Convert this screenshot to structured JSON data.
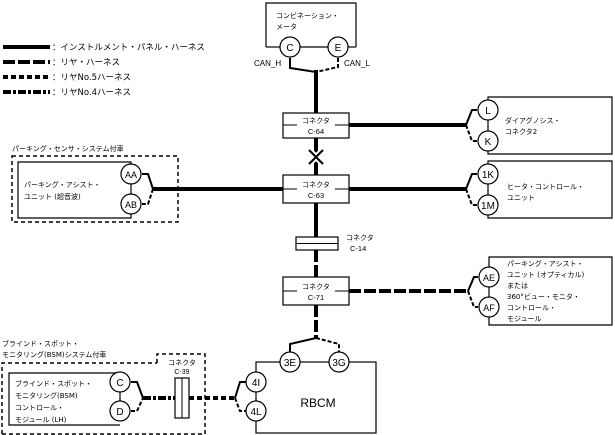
{
  "legend": [
    {
      "style": "instrument-panel",
      "label": "：インストルメント・パネル・ハーネス"
    },
    {
      "style": "rear",
      "label": "：リヤ・ハーネス"
    },
    {
      "style": "rear-no5",
      "label": "：リヤNo.5ハーネス"
    },
    {
      "style": "rear-no4",
      "label": "：リヤNo.4ハーネス"
    }
  ],
  "combination_meter": {
    "line1": "コンビネーション・",
    "line2": "メータ",
    "pin_c": "C",
    "pin_e": "E",
    "can_h": "CAN_H",
    "can_l": "CAN_L"
  },
  "connectors": {
    "c64": {
      "title": "コネクタ",
      "code": "C-64"
    },
    "c63": {
      "title": "コネクタ",
      "code": "C-63"
    },
    "c14": {
      "title": "コネクタ",
      "code": "C-14"
    },
    "c71": {
      "title": "コネクタ",
      "code": "C-71"
    },
    "c39": {
      "title": "コネクタ",
      "code": "C-39"
    }
  },
  "diagnosis": {
    "line1": "ダイアグノシス・",
    "line2": "コネクタ2",
    "pin_l": "L",
    "pin_k": "K"
  },
  "heater": {
    "line1": "ヒータ・コントロール・",
    "line2": "ユニット",
    "pin_1k": "1K",
    "pin_1m": "1M"
  },
  "parking_sensor_system": {
    "group_label": "パーキング・センサ・システム付車",
    "line1": "パーキング・アシスト・",
    "line2": "ユニット (超音波)",
    "pin_aa": "AA",
    "pin_ab": "AB"
  },
  "parking_optical": {
    "line1": "パーキング・アシスト・",
    "line2": "ユニット (オプティカル)",
    "line3": "または",
    "line4": "360°ビュー・モニタ・",
    "line5": "コントロール・",
    "line6": "モジュール",
    "pin_ae": "AE",
    "pin_af": "AF"
  },
  "bsm_system": {
    "group_label_1": "ブラインド・スポット・",
    "group_label_2": "モニタリング(BSM)システム付車",
    "line1": "ブラインド・スポット・",
    "line2": "モニタリング(BSM)",
    "line3": "コントロール・",
    "line4": "モジュール (LH)",
    "pin_c": "C",
    "pin_d": "D"
  },
  "rbcm": {
    "label": "RBCM",
    "pin_3e": "3E",
    "pin_3g": "3G",
    "pin_4i": "4I",
    "pin_4l": "4L"
  },
  "break_marker": "×"
}
